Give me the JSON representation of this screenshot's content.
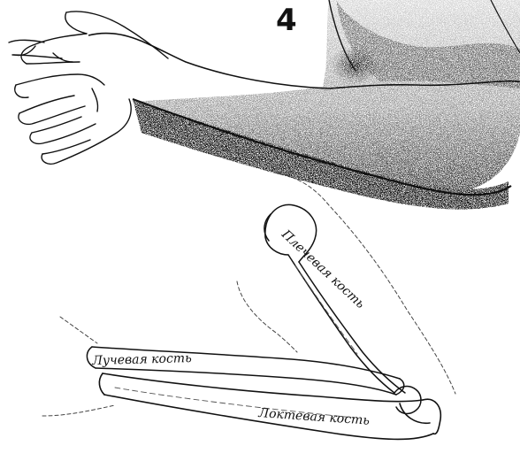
{
  "figure": {
    "step_number": "4",
    "labels": {
      "humerus": "Плечевая кость",
      "radius": "Лучевая кость",
      "ulna": "Локтевая кость"
    }
  },
  "colors": {
    "ink": "#111111",
    "paper": "#ffffff",
    "shade": "#2a2a2a"
  }
}
